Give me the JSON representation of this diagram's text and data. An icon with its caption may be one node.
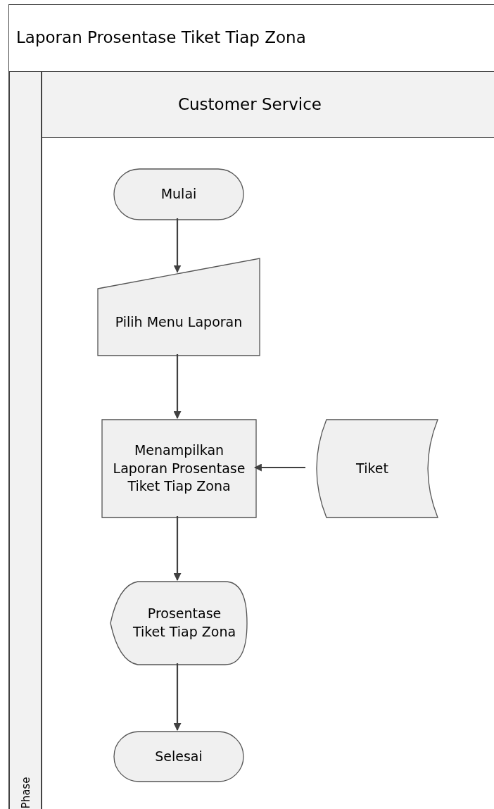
{
  "diagram": {
    "nodes": [
      {
        "text": [
          "Laporan Prosentase Tiket Tiap  Zona"
        ]
      },
      {
        "text": [
          "Customer Service"
        ],
        "in": 0
      },
      {
        "text": [
          "Phase"
        ],
        "in": 0
      },
      {
        "text": [
          "Mulai"
        ],
        "in": 1
      },
      {
        "text": [
          "Pilih Menu Laporan"
        ],
        "in": 1
      },
      {
        "text": [
          "Menampilkan Laporan Prosentase Tiket Tiap Zona"
        ],
        "in": 1
      },
      {
        "text": [
          "Tiket"
        ],
        "in": 1
      },
      {
        "text": [
          "Prosentase Tiket Tiap Zona"
        ],
        "in": 1
      },
      {
        "text": [
          "Selesai"
        ],
        "in": 1
      }
    ],
    "edges": [
      {
        "from": 3,
        "to": 4,
        "arrow": "to"
      },
      {
        "from": 4,
        "to": 5,
        "arrow": "to"
      },
      {
        "from": 6,
        "to": 5,
        "arrow": "to"
      },
      {
        "from": 5,
        "to": 7,
        "arrow": "to"
      },
      {
        "from": 7,
        "to": 8,
        "arrow": "to"
      }
    ]
  }
}
